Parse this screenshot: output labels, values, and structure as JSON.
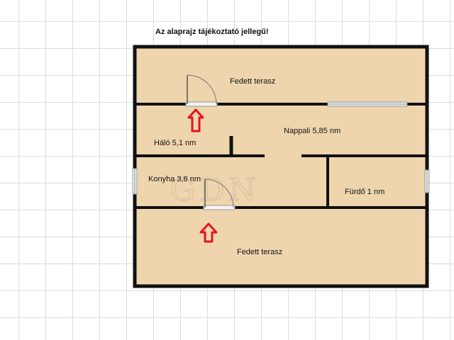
{
  "notice": "Az alaprajz tájékoztató jellegű!",
  "watermark": "GDN",
  "colors": {
    "floor": "#efd5ad",
    "wall": "#111111",
    "entry_arrow": "#e0161e",
    "grid": "#dcdcdc"
  },
  "rooms": {
    "top_terrace": "Fedett terasz",
    "bedroom": "Háló 5,1 nm",
    "living": "Nappali 5,85 nm",
    "kitchen": "Konyha 3,6 nm",
    "bathroom": "Fürdő 1 nm",
    "bottom_terrace": "Fedett terasz"
  },
  "icons": {
    "entry_arrow": "arrow-up-icon",
    "door": "door-swing-icon",
    "window": "window-icon"
  }
}
